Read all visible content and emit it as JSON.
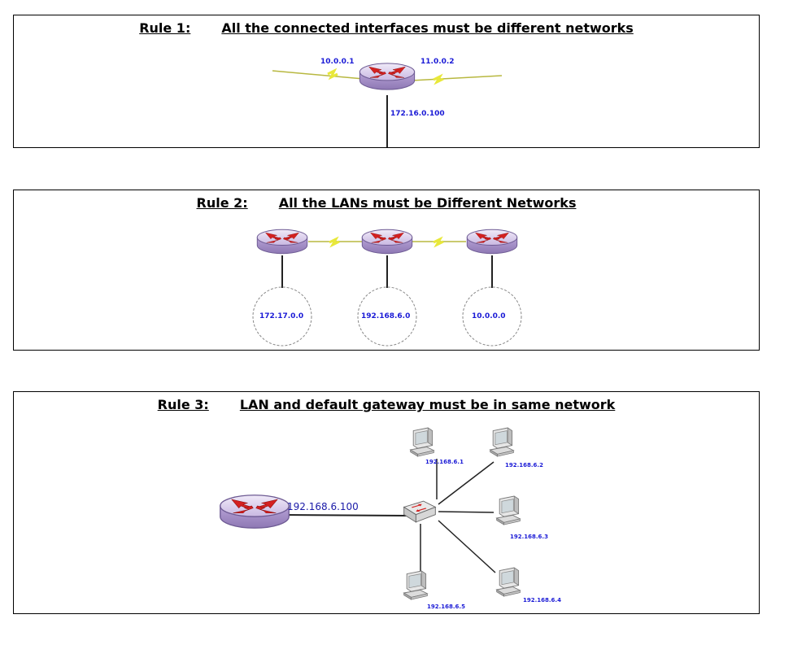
{
  "rule1": {
    "label": "Rule 1:",
    "text": "All the connected interfaces must be different networks",
    "ip_left": "10.0.0.1",
    "ip_right": "11.0.0.2",
    "ip_bottom": "172.16.0.100"
  },
  "rule2": {
    "label": "Rule 2:",
    "text": "All the LANs must be Different Networks",
    "lans": [
      "172.17.0.0",
      "192.168.6.0",
      "10.0.0.0"
    ]
  },
  "rule3": {
    "label": "Rule 3:",
    "text": "LAN and default gateway must be in same network",
    "gateway_ip": "192.168.6.100",
    "hosts": [
      "192.168.6.1",
      "192.168.6.2",
      "192.168.6.3",
      "192.168.6.4",
      "192.168.6.5"
    ]
  },
  "colors": {
    "router_body": "#b9a6d6",
    "router_arrows": "#d42020",
    "serial_link": "#e8e83a",
    "ip_text": "#1a1ad6"
  }
}
